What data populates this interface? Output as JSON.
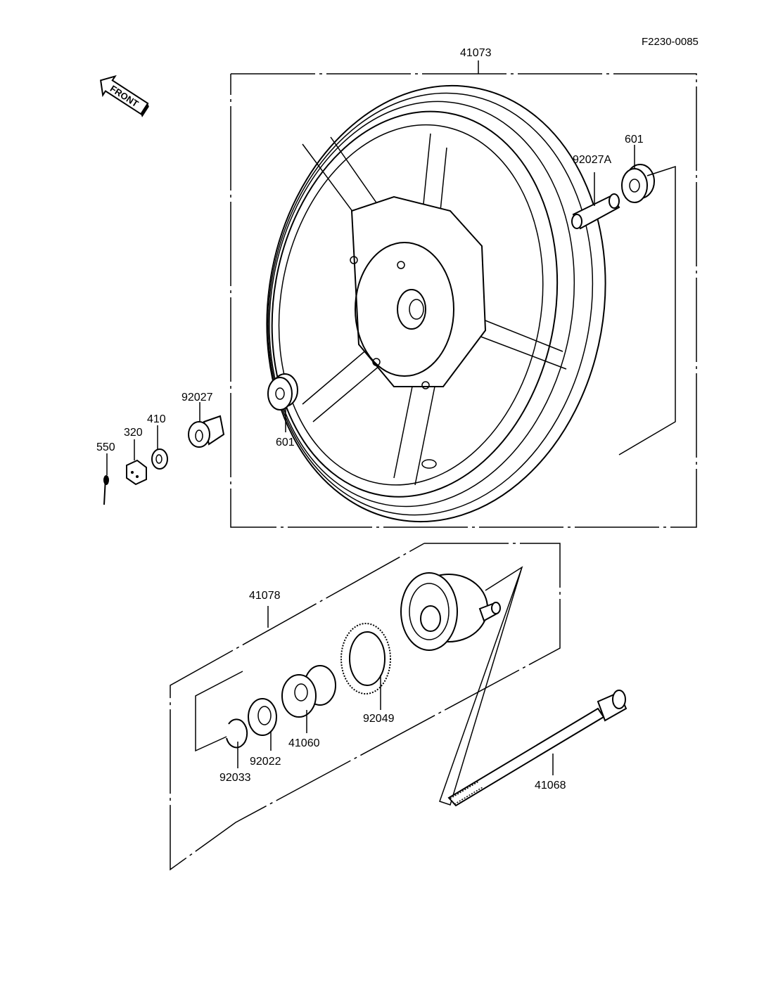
{
  "diagram_code": "F2230-0085",
  "front_arrow": {
    "text": "FRONT"
  },
  "parts": {
    "wheel": "41073",
    "bearing_right": "601",
    "collar_right": "92027A",
    "bearing_left": "601",
    "collar_left": "92027",
    "washer": "410",
    "nut": "320",
    "cotter_pin": "550",
    "hub_assembly": "41078",
    "seal": "92049",
    "gear": "41060",
    "washer_gear": "92022",
    "circlip": "92033",
    "axle": "41068"
  }
}
